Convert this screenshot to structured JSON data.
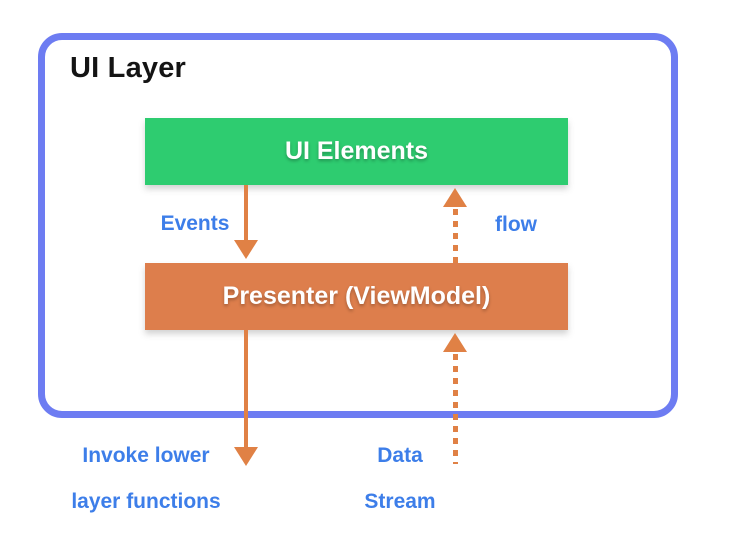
{
  "layer": {
    "title": "UI Layer"
  },
  "boxes": {
    "ui_elements": {
      "label": "UI Elements",
      "color": "#2ECC70"
    },
    "presenter": {
      "label": "Presenter (ViewModel)",
      "color": "#DD7E4C"
    }
  },
  "arrows": {
    "events": {
      "label": "Events",
      "style": "solid",
      "direction": "down",
      "color": "#E08145"
    },
    "flow": {
      "label": "flow",
      "style": "dashed",
      "direction": "up",
      "color": "#E08145"
    },
    "invoke": {
      "label_line1": "Invoke lower",
      "label_line2": "layer functions",
      "style": "solid",
      "direction": "down",
      "color": "#E08145"
    },
    "data_stream": {
      "label_line1": "Data",
      "label_line2": "Stream",
      "style": "dashed",
      "direction": "up",
      "color": "#E08145"
    }
  },
  "colors": {
    "outer_border": "#6D7CF2",
    "label_text": "#3D7EE9",
    "title_text": "#141414",
    "box_text": "#FFFFFF",
    "background": "#FFFFFF"
  }
}
